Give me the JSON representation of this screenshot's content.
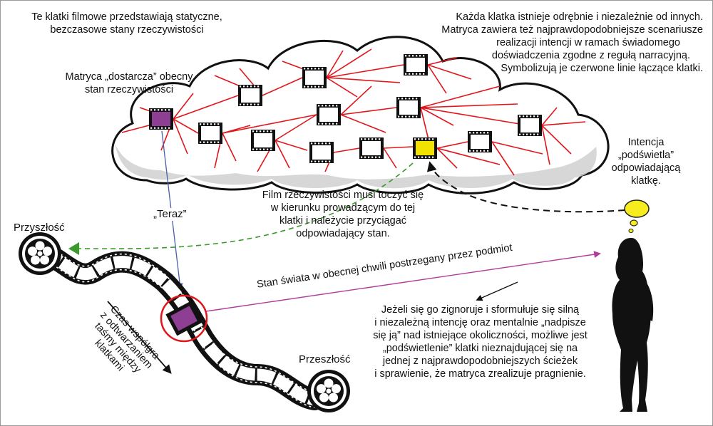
{
  "texts": {
    "frames_static": [
      "Te klatki filmowe przedstawiają statyczne,",
      "bezczasowe stany rzeczywistości"
    ],
    "matrix_supplies": [
      "Matryca „dostarcza” obecny",
      "stan rzeczywistości"
    ],
    "each_frame": [
      "Każda klatka istnieje odrębnie i niezależnie od innych.",
      "Matryca zawiera też najprawdopodobniejsze scenariusze",
      "realizacji intencji w ramach świadomego",
      "doświadczenia zgodne z regułą narracyjną.",
      "Symbolizują je czerwone linie łączące klatki."
    ],
    "intention": [
      "Intencja",
      "„podświetla”",
      "odpowiadającą",
      "klatkę."
    ],
    "film_must": [
      "Film rzeczywistości musi toczyć się",
      "w kierunku prowadzącym do tej",
      "klatki i należycie przyciągać",
      "odpowiadający stan."
    ],
    "now": "„Teraz”",
    "future": "Przyszłość",
    "past": "Przeszłość",
    "world_state": "Stan świata w obecnej chwili postrzegany przez podmiot",
    "time_line": [
      "Czas współgra",
      "z odtwarzaniem",
      "taśmy między",
      "klatkami"
    ],
    "ignore": [
      "Jeżeli się go zignoruje i sformułuje się silną",
      "i niezależną intencję oraz mentalnie „nadpisze",
      "się ją” nad istniejące okoliczności, możliwe jest",
      "„podświetlenie” klatki nieznajdującej się na",
      "jednej z najprawdopodobniejszych ścieżek",
      "i sprawienie, że matryca zrealizuje pragnienie."
    ]
  },
  "colors": {
    "red_lines": "#e2151b",
    "current_frame": "#8e3f93",
    "intended_frame": "#f2e200",
    "green_arrow": "#3a9a2a",
    "blue_arrow": "#4a5fa8",
    "purple_arrow": "#b23c9a",
    "cloud_shadow": "#d0d0d0",
    "thought_bubble": "#f7ec1e",
    "silhouette": "#111111"
  },
  "icons": [
    "film-frame-icon",
    "film-reel-icon",
    "thought-bubble-icon",
    "woman-silhouette-icon"
  ]
}
